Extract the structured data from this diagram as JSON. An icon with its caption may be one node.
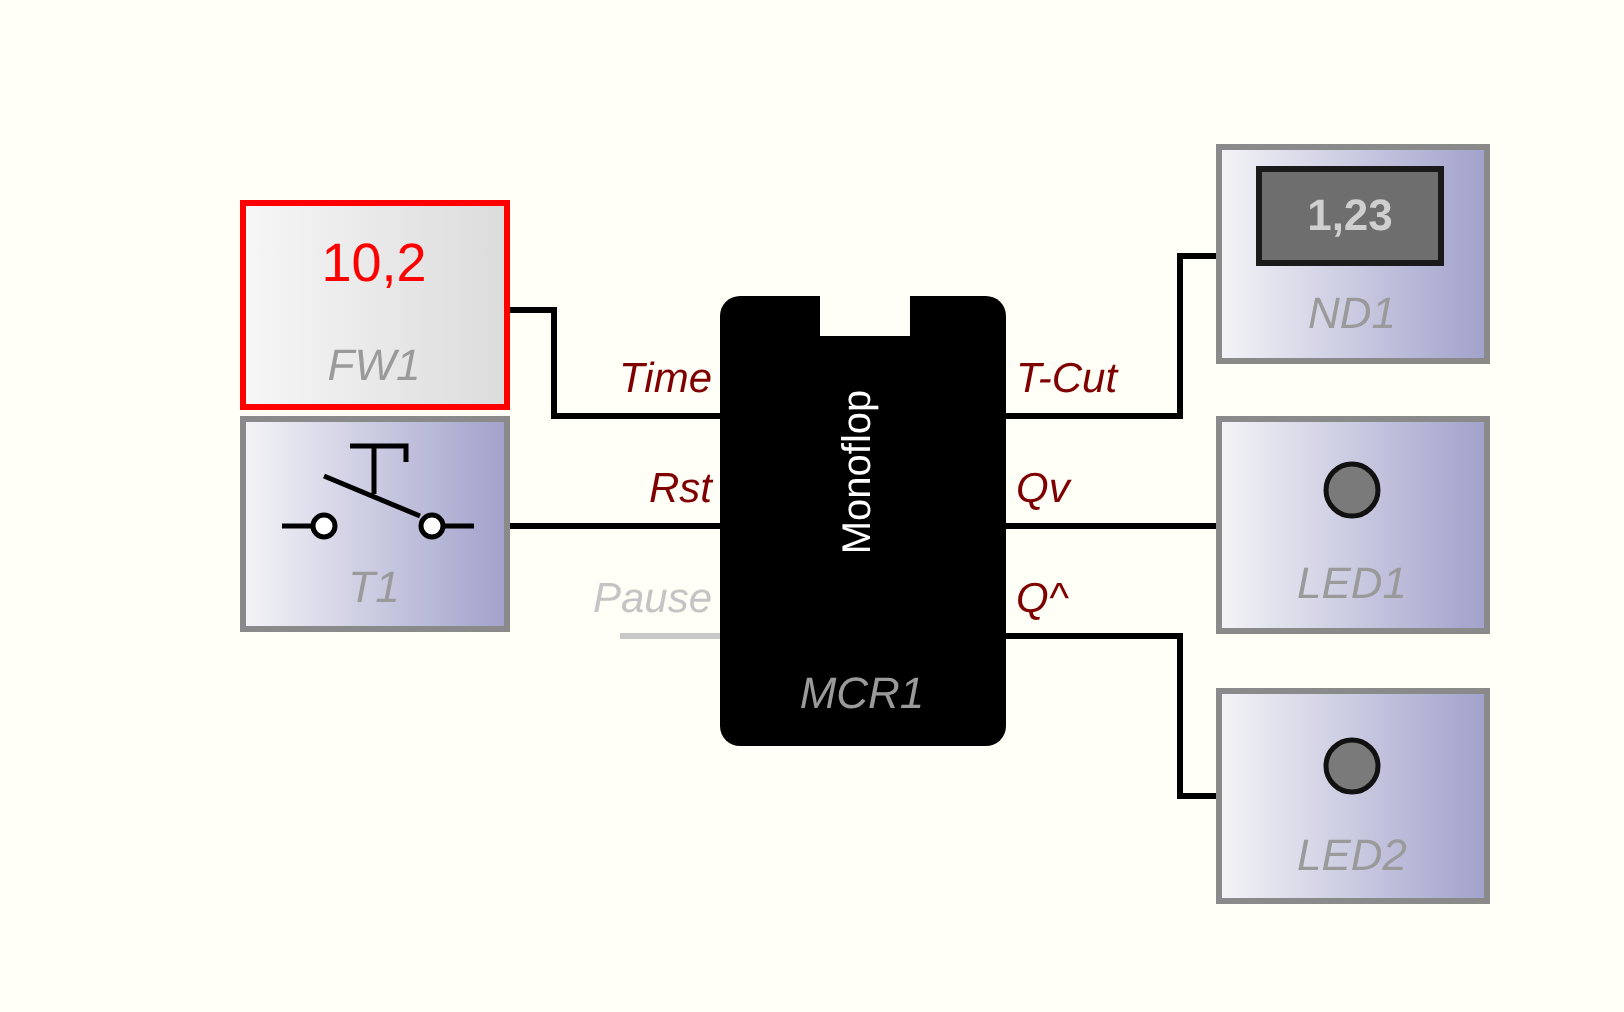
{
  "diagram": {
    "nodes": [
      {
        "text": [
          "10,2",
          "FW1"
        ]
      },
      {
        "text": [
          "T1"
        ]
      },
      {
        "text": [
          "Monoflop",
          "MCR1"
        ]
      },
      {
        "text": [
          "1,23",
          "ND1"
        ]
      },
      {
        "text": [
          "LED1"
        ]
      },
      {
        "text": [
          "LED2"
        ]
      }
    ],
    "edges": [
      {
        "from": 0,
        "to": 2,
        "arrow": "none"
      },
      {
        "from": 1,
        "to": 2,
        "arrow": "none"
      },
      {
        "from": 2,
        "to": 3,
        "arrow": "none"
      },
      {
        "from": 2,
        "to": 4,
        "arrow": "none"
      },
      {
        "from": 2,
        "to": 5,
        "arrow": "none"
      }
    ],
    "labels": [
      "Time",
      "Rst",
      "Pause",
      "T-Cut",
      "Qv",
      "Q^"
    ]
  }
}
